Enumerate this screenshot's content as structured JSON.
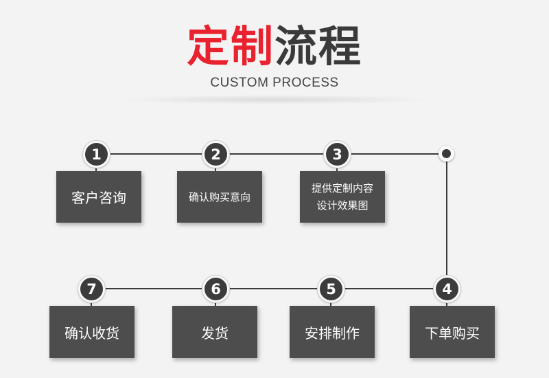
{
  "header": {
    "title_accent": "定制",
    "title_rest": "流程",
    "subtitle": "CUSTOM PROCESS"
  },
  "steps": [
    {
      "number": "1",
      "label": "客户咨询"
    },
    {
      "number": "2",
      "label": "确认购买意向"
    },
    {
      "number": "3",
      "label_line1": "提供定制内容",
      "label_line2": "设计效果图"
    },
    {
      "number": "4",
      "label": "下单购买"
    },
    {
      "number": "5",
      "label": "安排制作"
    },
    {
      "number": "6",
      "label": "发货"
    },
    {
      "number": "7",
      "label": "确认收货"
    }
  ]
}
